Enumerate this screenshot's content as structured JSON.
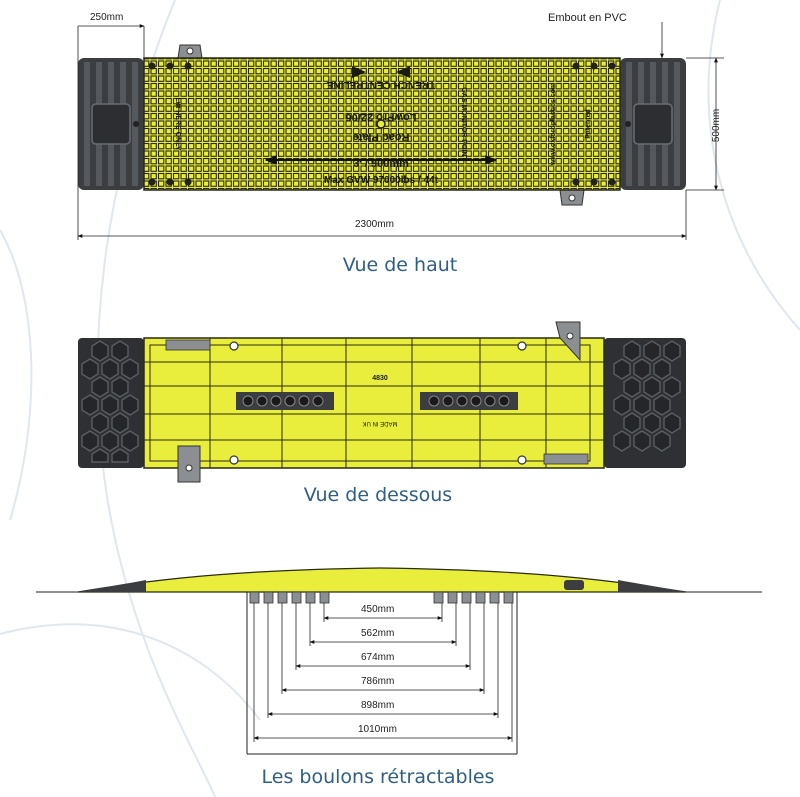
{
  "colors": {
    "plate": "#e9ee3c",
    "grid": "#2a2a16",
    "ramp": "#3b3d40",
    "rampLight": "#55585c",
    "caption": "#2f5f86",
    "swirl": "#dfe7ef"
  },
  "top_view": {
    "caption": "Vue de haut",
    "dim_ramp_width": "250mm",
    "dim_end_label": "Embout en PVC",
    "dim_height": "500mm",
    "dim_length": "2300mm",
    "plate_text": {
      "trench_centreline": "TRENCH CENTRELINE",
      "model": "LowPro 22/06",
      "road_plate": "Road Plate",
      "span": "3' / 900mm",
      "max_gvw": "Max GVW 97000lbs / 44t",
      "lift_here": "Lift HERE ONLY",
      "gas_monitor": "GAS MONITOR POINT",
      "patented": "Patented",
      "website": "www.oxfordplastics.com"
    }
  },
  "bottom_view": {
    "caption": "Vue de dessous",
    "code": "4830",
    "made_in": "MADE IN UK"
  },
  "bolts_view": {
    "caption": "Les boulons rétractables",
    "dims": [
      "450mm",
      "562mm",
      "674mm",
      "786mm",
      "898mm",
      "1010mm"
    ]
  }
}
